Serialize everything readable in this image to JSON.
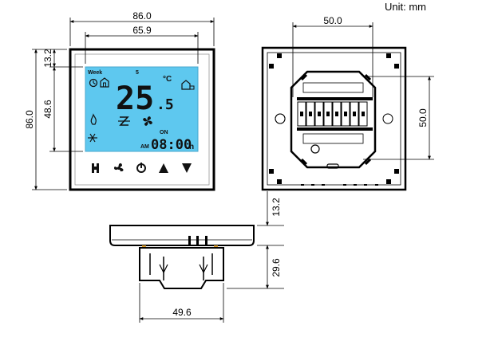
{
  "units": "Unit: mm",
  "dimensions": {
    "front_width": "86.0",
    "screen_width": "65.9",
    "top_margin": "13.2",
    "screen_height": "48.6",
    "front_height": "86.0",
    "mount_spacing_h": "50.0",
    "mount_spacing_v": "50.0",
    "panel_thickness": "13.2",
    "body_depth": "29.6",
    "body_width": "49.6"
  },
  "lcd": {
    "week": "Week",
    "day": "5",
    "temp_main": "25",
    "temp_decimal": ".5",
    "temp_unit": "°C",
    "on_label": "ON",
    "ampm": "AM",
    "time": "08:00",
    "time_unit": "h",
    "backlight_color": "#5ec8ef"
  },
  "buttons": [
    {
      "name": "mode-button",
      "glyph": "◖◗"
    },
    {
      "name": "fan-button",
      "glyph": "✣"
    },
    {
      "name": "power-button",
      "glyph": "⏻"
    },
    {
      "name": "up-button",
      "glyph": "▲"
    },
    {
      "name": "down-button",
      "glyph": "▼"
    }
  ]
}
